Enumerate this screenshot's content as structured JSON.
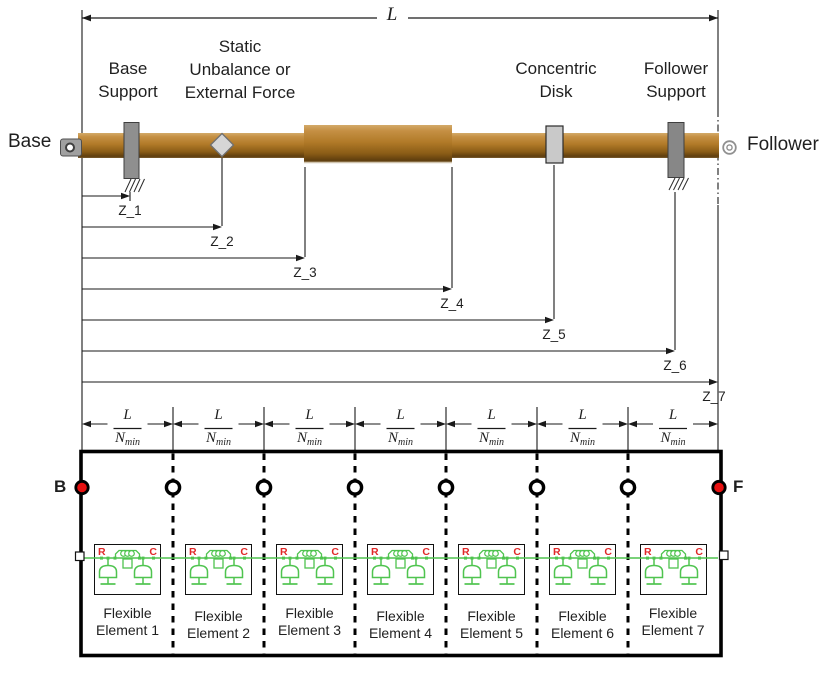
{
  "colors": {
    "shaft_brown": "#b17a28",
    "support_gray": "#8f8f8f",
    "disk_gray": "#c9c9c9",
    "element_green": "#4fc44f",
    "port_label_red": "#e02828",
    "node_red": "#e81111",
    "line_black": "#1a1a1a"
  },
  "dimensions": {
    "total_length_label": "L",
    "z_labels": [
      "Z_1",
      "Z_2",
      "Z_3",
      "Z_4",
      "Z_5",
      "Z_6",
      "Z_7"
    ],
    "segment_fraction": {
      "numerator": "L",
      "denominator": "N",
      "subscript": "min"
    }
  },
  "shaft": {
    "left_end_label": "Base",
    "right_end_label": "Follower",
    "callouts": {
      "base_support": [
        "Base",
        "Support"
      ],
      "static_unbalance": [
        "Static",
        "Unbalance or",
        "External Force"
      ],
      "concentric_disk": [
        "Concentric",
        "Disk"
      ],
      "follower_support": [
        "Follower",
        "Support"
      ]
    }
  },
  "block_diagram": {
    "left_node_label": "B",
    "right_node_label": "F",
    "elements": [
      {
        "line1": "Flexible",
        "line2": "Element 1",
        "left_port": "R",
        "right_port": "C"
      },
      {
        "line1": "Flexible",
        "line2": "Element 2",
        "left_port": "R",
        "right_port": "C"
      },
      {
        "line1": "Flexible",
        "line2": "Element 3",
        "left_port": "R",
        "right_port": "C"
      },
      {
        "line1": "Flexible",
        "line2": "Element 4",
        "left_port": "R",
        "right_port": "C"
      },
      {
        "line1": "Flexible",
        "line2": "Element 5",
        "left_port": "R",
        "right_port": "C"
      },
      {
        "line1": "Flexible",
        "line2": "Element 6",
        "left_port": "R",
        "right_port": "C"
      },
      {
        "line1": "Flexible",
        "line2": "Element 7",
        "left_port": "R",
        "right_port": "C"
      }
    ]
  }
}
